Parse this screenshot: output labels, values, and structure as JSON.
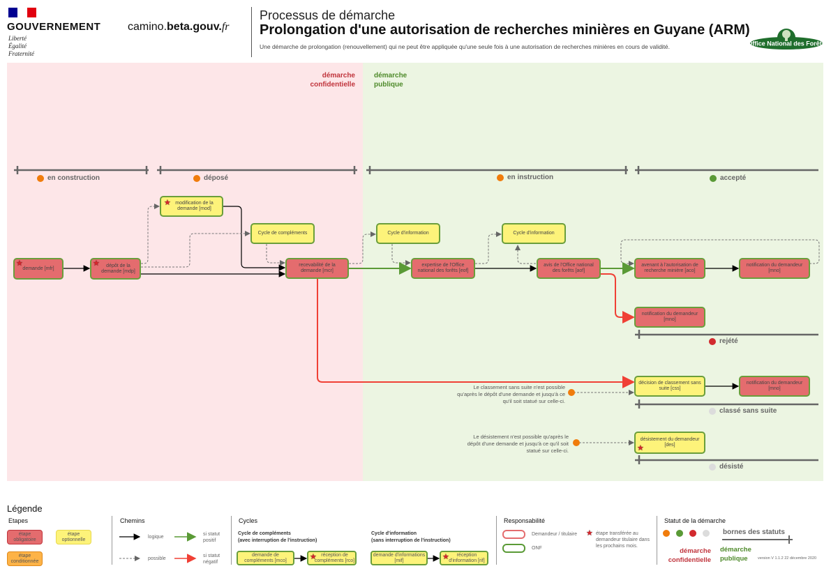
{
  "header": {
    "gov_name": "GOUVERNEMENT",
    "motto": [
      "Liberté",
      "Égalité",
      "Fraternité"
    ],
    "site_prefix": "camino.",
    "site_bold": "beta.gouv.",
    "site_suffix": "fr",
    "title_line1": "Processus de démarche",
    "title_line2": "Prolongation d'une autorisation de recherches minières en Guyane (ARM)",
    "subtitle": "Une démarche de prolongation (renouvellement) qui ne peut être appliquée qu'une seule fois à une autorisation de recherches minières en cours de validité.",
    "partner_logo": "Office National des Forêts"
  },
  "zones": {
    "confidential": "démarche confidentielle",
    "confidential_l1": "démarche",
    "confidential_l2": "confidentielle",
    "public_l1": "démarche",
    "public_l2": "publique"
  },
  "statuses": [
    {
      "label": "en construction",
      "color": "#f07c0c"
    },
    {
      "label": "déposé",
      "color": "#f07c0c"
    },
    {
      "label": "en instruction",
      "color": "#f07c0c"
    },
    {
      "label": "accepté",
      "color": "#5a9a36"
    },
    {
      "label": "rejété",
      "color": "#d22a2e"
    },
    {
      "label": "classé sans suite",
      "color": "#dcdcdc"
    },
    {
      "label": "désisté",
      "color": "#dcdcdc"
    }
  ],
  "nodes": {
    "mfr": "demande [mfr]",
    "mdp": "dépôt de la demande [mdp]",
    "mod": "modification de la demande [mod]",
    "cycle_comp": "Cycle de compléments",
    "mcr": "recevabilité de la demande [mcr]",
    "cycle_info1": "Cycle d'information",
    "eof": "expertise de l'Office national des forêts [eof]",
    "cycle_info2": "Cycle d'information",
    "aof": "avis de l'Office national des forêts [aof]",
    "aco": "avenant à l'autorisation de recherche minière [aco]",
    "mno_accept": "notification du demandeur [mno]",
    "mno_reject": "notification du demandeur [mno]",
    "css": "décision de classement sans suite [css]",
    "mno_css": "notification du demandeur [mno]",
    "des": "désistement du demandeur [des]"
  },
  "notes": {
    "css": "Le classement sans suite n'est possible qu'après le dépôt d'une demande et jusqu'à ce qu'il soit statué sur celle-ci.",
    "des": "Le désistement n'est possible qu'après le dépôt d'une demande et jusqu'à ce qu'il soit statué sur celle-ci."
  },
  "legend": {
    "title": "Légende",
    "etapes": {
      "heading": "Etapes",
      "obligatoire": "étape obligatoire",
      "optionnelle": "étape optionnelle",
      "conditionnee": "étape conditionnée"
    },
    "chemins": {
      "heading": "Chemins",
      "logique": "logique",
      "possible": "possible",
      "positif": "si statut positif",
      "negatif": "si statut négatif"
    },
    "cycles": {
      "heading": "Cycles",
      "comp_title": "Cycle de compléments",
      "comp_sub": "(avec interruption de l'instruction)",
      "mco": "demande de compléments [mco]",
      "rco": "réception de compléments [rco]",
      "info_title": "Cycle d'information",
      "info_sub": "(sans interruption de l'instruction)",
      "mif": "demande d'informations [mif]",
      "rif": "réception d'information [rif]"
    },
    "responsabilite": {
      "heading": "Responsabilité",
      "demandeur": "Demandeur / titulaire",
      "onf": "ONF",
      "star_note": "étape transférée au demandeur titulaire dans les prochains mois."
    },
    "statut": {
      "heading": "Statut de la démarche",
      "colors": [
        "#f07c0c",
        "#5a9a36",
        "#d22a2e",
        "#dcdcdc"
      ],
      "bornes": "bornes des statuts",
      "conf_l1": "démarche",
      "conf_l2": "confidentielle",
      "pub_l1": "démarche",
      "pub_l2": "publique",
      "version": "version V 1.1.2 22 décembre 2020"
    }
  }
}
